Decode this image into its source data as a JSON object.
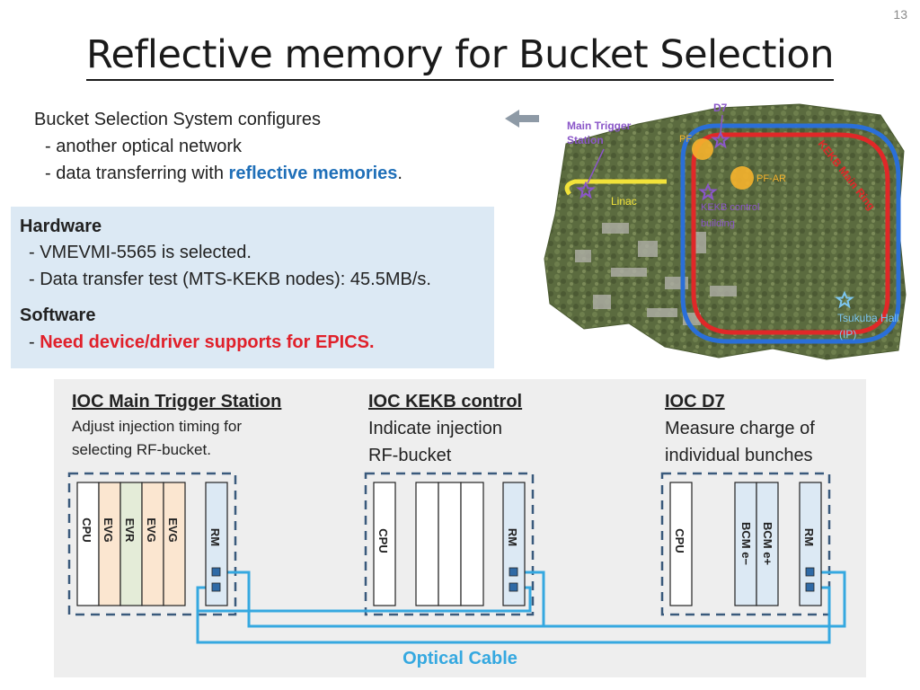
{
  "page_number": "13",
  "title": "Reflective memory for Bucket Selection",
  "intro": {
    "line1": "Bucket Selection System configures",
    "line2": "- another optical network",
    "line3_prefix": "- data transferring with ",
    "line3_highlight": "reflective memories",
    "line3_suffix": "."
  },
  "hardware": {
    "heading": "Hardware",
    "items": [
      "- VMEVMI-5565 is selected.",
      "- Data transfer test (MTS-KEKB nodes): 45.5MB/s."
    ]
  },
  "software": {
    "heading": "Software",
    "prefix": "- ",
    "item": "Need device/driver supports for EPICS."
  },
  "map": {
    "labels": {
      "d7": "D7",
      "main_trigger": "Main Trigger",
      "station": "Station",
      "pf": "PF",
      "pf_ar": "PF-AR",
      "linac": "Linac",
      "kekb_control": "KEKB control",
      "building": "building",
      "kekb_main_ring": "KEKB Main Ring",
      "tsukuba_hall": "Tsukuba Hall",
      "ip": "(IP)"
    },
    "colors": {
      "ring_red": "#e02828",
      "ring_blue": "#2a6fd8",
      "linac": "#f2e33a",
      "accent": "#8a56c8"
    }
  },
  "iocs": [
    {
      "title": "IOC Main Trigger Station",
      "desc1": "Adjust injection timing for",
      "desc2": "selecting RF-bucket.",
      "slots": [
        "CPU",
        "EVG",
        "EVR",
        "EVG",
        "EVG"
      ],
      "rm": "RM"
    },
    {
      "title": "IOC KEKB control",
      "desc1": "Indicate injection",
      "desc2": "RF-bucket",
      "slots": [
        "CPU",
        "",
        "",
        ""
      ],
      "rm": "RM"
    },
    {
      "title": "IOC D7",
      "desc1": "Measure charge of",
      "desc2": "individual bunches",
      "slots": [
        "CPU",
        "BCM e+",
        "BCM e−"
      ],
      "rm": "RM"
    }
  ],
  "optical_cable_label": "Optical Cable"
}
